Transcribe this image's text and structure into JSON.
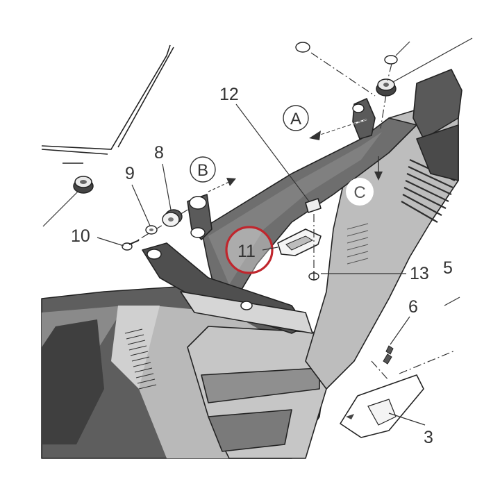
{
  "callouts": {
    "part_3": "3",
    "part_5": "5",
    "part_6": "6",
    "part_8": "8",
    "part_9": "9",
    "part_10": "10",
    "part_11": "11",
    "part_12": "12",
    "part_13": "13"
  },
  "direction_markers": {
    "a": "A",
    "b": "B",
    "c": "C"
  },
  "colors": {
    "frame_dark": "#6e6e6e",
    "panel_dark": "#5a5a5a",
    "panel_light": "#bdbdbd",
    "panel_mid": "#9a9a9a",
    "highlight_ring": "#c0262d",
    "line": "#333333"
  }
}
